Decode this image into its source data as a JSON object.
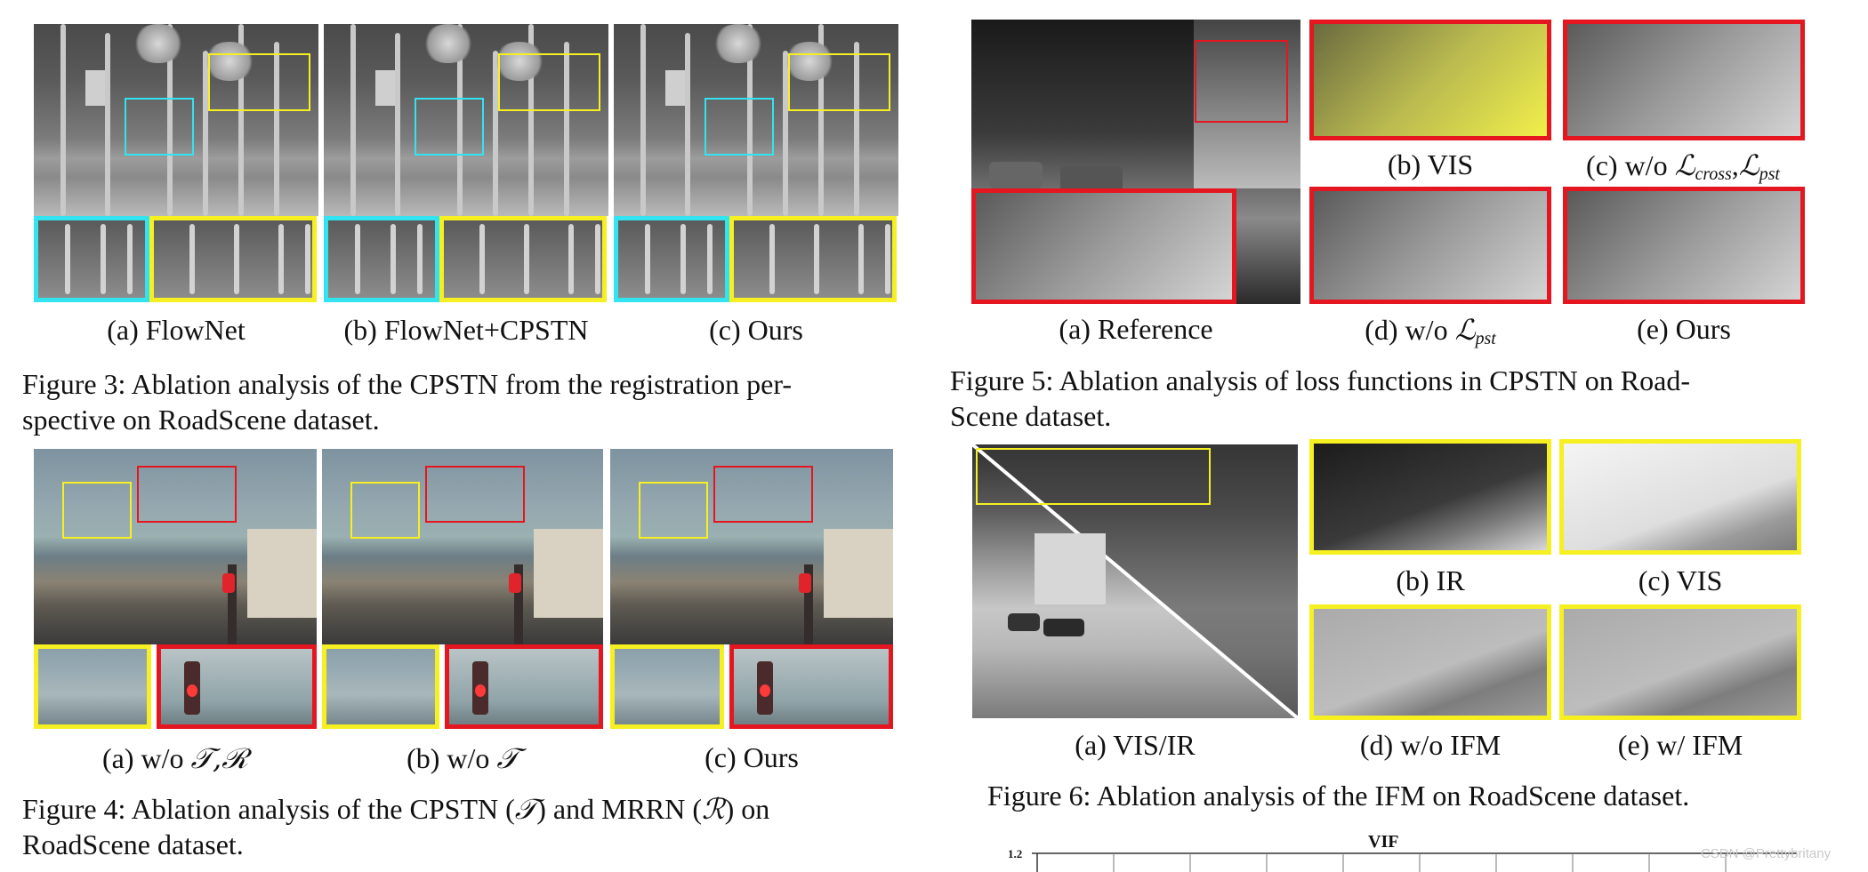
{
  "figure3": {
    "labels": [
      "(a) FlowNet",
      "(b) FlowNet+CPSTN",
      "(c) Ours"
    ],
    "caption_line1": "Figure 3: Ablation analysis of the CPSTN from the registration per-",
    "caption_line2": "spective on RoadScene dataset."
  },
  "figure4": {
    "label_a_prefix": "(a) w/o ",
    "label_a_math": "𝒯,ℛ",
    "label_b_prefix": "(b) w/o ",
    "label_b_math": "𝒯",
    "label_c": "(c) Ours",
    "caption_p1": "Figure 4: Ablation analysis of the CPSTN (",
    "caption_t": "𝒯",
    "caption_p2": ") and MRRN (",
    "caption_r": "ℛ",
    "caption_p3": ") on",
    "caption_line2": "RoadScene dataset."
  },
  "figure5": {
    "label_a": "(a) Reference",
    "label_b": "(b) VIS",
    "label_c_prefix": "(c) w/o ",
    "label_c_math1": "ℒ",
    "label_c_sub1": "cross",
    "label_c_sep": ",",
    "label_c_math2": "ℒ",
    "label_c_sub2": "pst",
    "label_d_prefix": "(d) w/o ",
    "label_d_math": "ℒ",
    "label_d_sub": "pst",
    "label_e": "(e) Ours",
    "caption_line1": "Figure 5: Ablation analysis of loss functions in CPSTN on Road-",
    "caption_line2": "Scene dataset."
  },
  "figure6": {
    "label_a": "(a) VIS/IR",
    "label_b": "(b) IR",
    "label_c": "(c) VIS",
    "label_d": "(d) w/o IFM",
    "label_e": "(e) w/ IFM",
    "caption": "Figure 6: Ablation analysis of the IFM on RoadScene dataset."
  },
  "chart_data": {
    "type": "line",
    "title": "VIF",
    "y_tick_label": "1.2",
    "grid": true
  },
  "watermark": "CSDN @Prettybritany",
  "colors": {
    "cyan": "#33e3ef",
    "yellow": "#f6ef22",
    "red": "#e4161f"
  }
}
